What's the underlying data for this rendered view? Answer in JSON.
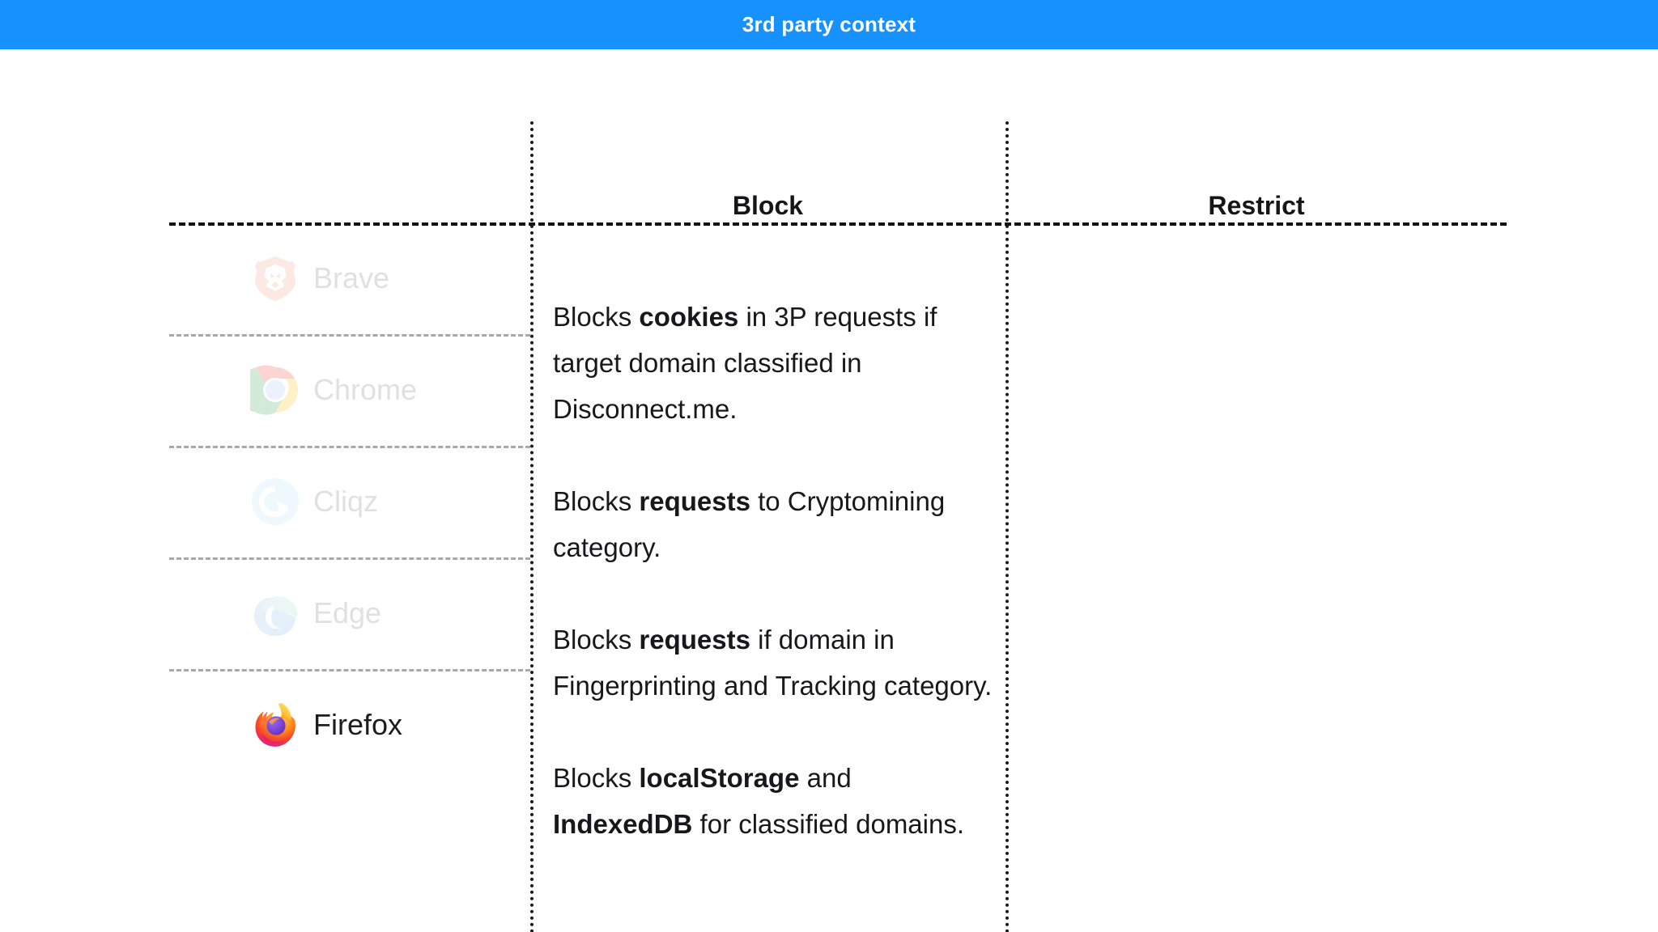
{
  "header": {
    "title": "3rd party context",
    "bg_color": "#1691fd",
    "text_color": "#ffffff"
  },
  "table": {
    "columns": [
      {
        "id": "browser",
        "label": ""
      },
      {
        "id": "block",
        "label": "Block"
      },
      {
        "id": "restrict",
        "label": "Restrict"
      }
    ],
    "rows": [
      {
        "browser": "Brave",
        "icon": "brave-logo-icon",
        "dimmed": true
      },
      {
        "browser": "Chrome",
        "icon": "chrome-logo-icon",
        "dimmed": true
      },
      {
        "browser": "Cliqz",
        "icon": "cliqz-logo-icon",
        "dimmed": true
      },
      {
        "browser": "Edge",
        "icon": "edge-logo-icon",
        "dimmed": true
      },
      {
        "browser": "Firefox",
        "icon": "firefox-logo-icon",
        "dimmed": false
      }
    ],
    "block_cell": {
      "paragraphs": [
        {
          "id": "cookies",
          "segments": [
            {
              "text": "Blocks ",
              "bold": false
            },
            {
              "text": "cookies",
              "bold": true
            },
            {
              "text": " in 3P requests if target domain classified in Disconnect.me.",
              "bold": false
            }
          ]
        },
        {
          "id": "cryptomining",
          "segments": [
            {
              "text": "Blocks ",
              "bold": false
            },
            {
              "text": "requests",
              "bold": true
            },
            {
              "text": " to Cryptomining category.",
              "bold": false
            }
          ]
        },
        {
          "id": "fingerprinting-tracking",
          "segments": [
            {
              "text": "Blocks ",
              "bold": false
            },
            {
              "text": "requests",
              "bold": true
            },
            {
              "text": " if domain in Fingerprinting and Tracking category.",
              "bold": false
            }
          ]
        },
        {
          "id": "storage",
          "segments": [
            {
              "text": "Blocks ",
              "bold": false
            },
            {
              "text": "localStorage",
              "bold": true
            },
            {
              "text": " and ",
              "bold": false
            },
            {
              "text": "IndexedDB",
              "bold": true
            },
            {
              "text": " for classified domains.",
              "bold": false
            }
          ]
        }
      ]
    },
    "restrict_cell": {
      "paragraphs": []
    }
  },
  "colors": {
    "accent": "#1691fd",
    "text": "#18181b",
    "dim_text": "#78787d",
    "dashed_rule": "#111111",
    "row_rule": "#a7a7ad"
  }
}
